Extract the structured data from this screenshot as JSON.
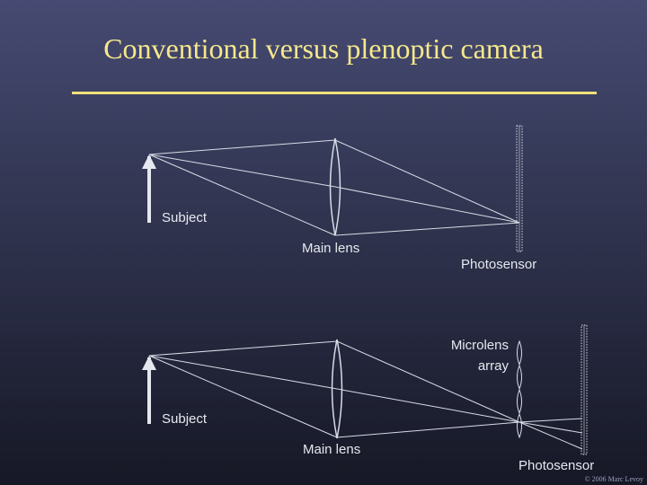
{
  "title": "Conventional versus plenoptic camera",
  "colors": {
    "title": "#f6e88c",
    "rule": "#efe07a",
    "lines": "#d8dbe6",
    "background": "#30344f"
  },
  "conventional": {
    "subject_label": "Subject",
    "lens_label": "Main lens",
    "sensor_label": "Photosensor"
  },
  "plenoptic": {
    "microlens_label_line1": "Microlens",
    "microlens_label_line2": "array",
    "subject_label": "Subject",
    "lens_label": "Main lens",
    "sensor_label": "Photosensor"
  },
  "copyright": "© 2006 Marc Levoy"
}
